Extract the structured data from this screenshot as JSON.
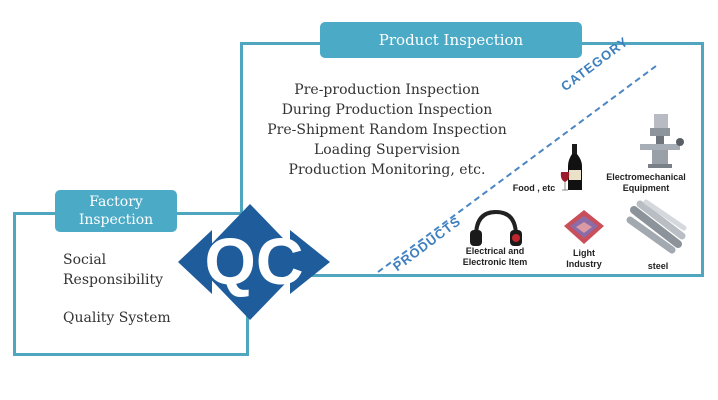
{
  "product": {
    "title": "Product Inspection",
    "services": [
      "Pre-production Inspection",
      "During Production Inspection",
      "Pre-Shipment Random Inspection",
      "Loading Supervision",
      "Production Monitoring, etc."
    ],
    "category_label": "CATEGORY",
    "products_label": "PRODUCTS",
    "products": [
      {
        "name": "Food , etc",
        "icon": "wine-bottle-icon"
      },
      {
        "name": "Electromechanical Equipment",
        "icon": "milling-machine-icon"
      },
      {
        "name": "Electrical and Electronic Item",
        "icon": "headphones-icon"
      },
      {
        "name": "Light Industry",
        "icon": "fabric-icon"
      },
      {
        "name": "steel",
        "icon": "steel-bars-icon"
      }
    ]
  },
  "factory": {
    "title_line1": "Factory",
    "title_line2": "Inspection",
    "services": [
      "Social",
      "Responsibility",
      "Quality System"
    ]
  },
  "logo": {
    "text": "QC",
    "colors": {
      "diamond": "#1e5c9c",
      "letters": "#ffffff"
    }
  },
  "colors": {
    "frame": "#4fa6be",
    "tab": "#4baac6",
    "diagonal": "#4a86c6"
  }
}
